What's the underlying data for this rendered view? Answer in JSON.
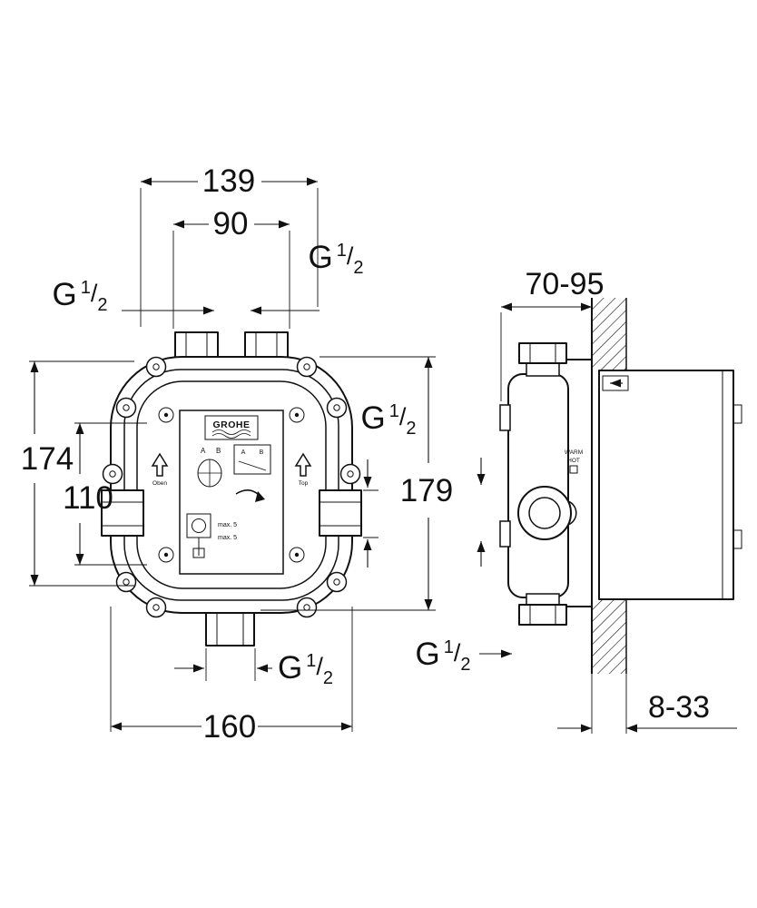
{
  "drawing": {
    "brand": "GROHE",
    "dimensions": {
      "top_width": "139",
      "port_span": "90",
      "left_height": "174",
      "left_inner_height": "110",
      "right_height": "179",
      "bottom_width": "160",
      "install_depth_range": "70-95",
      "finish_depth_range": "8-33"
    },
    "thread": {
      "g": "G",
      "numerator": "1",
      "slash": "/",
      "denominator": "2"
    },
    "panel": {
      "port_a": "A",
      "port_b": "B",
      "info_a": "A",
      "info_b": "B",
      "orient_left": "Oben",
      "orient_right": "Top",
      "max_note_1": "max. 5",
      "max_note_2": "max. 5"
    },
    "side": {
      "warm": "WARM",
      "hot": "HOT"
    }
  }
}
